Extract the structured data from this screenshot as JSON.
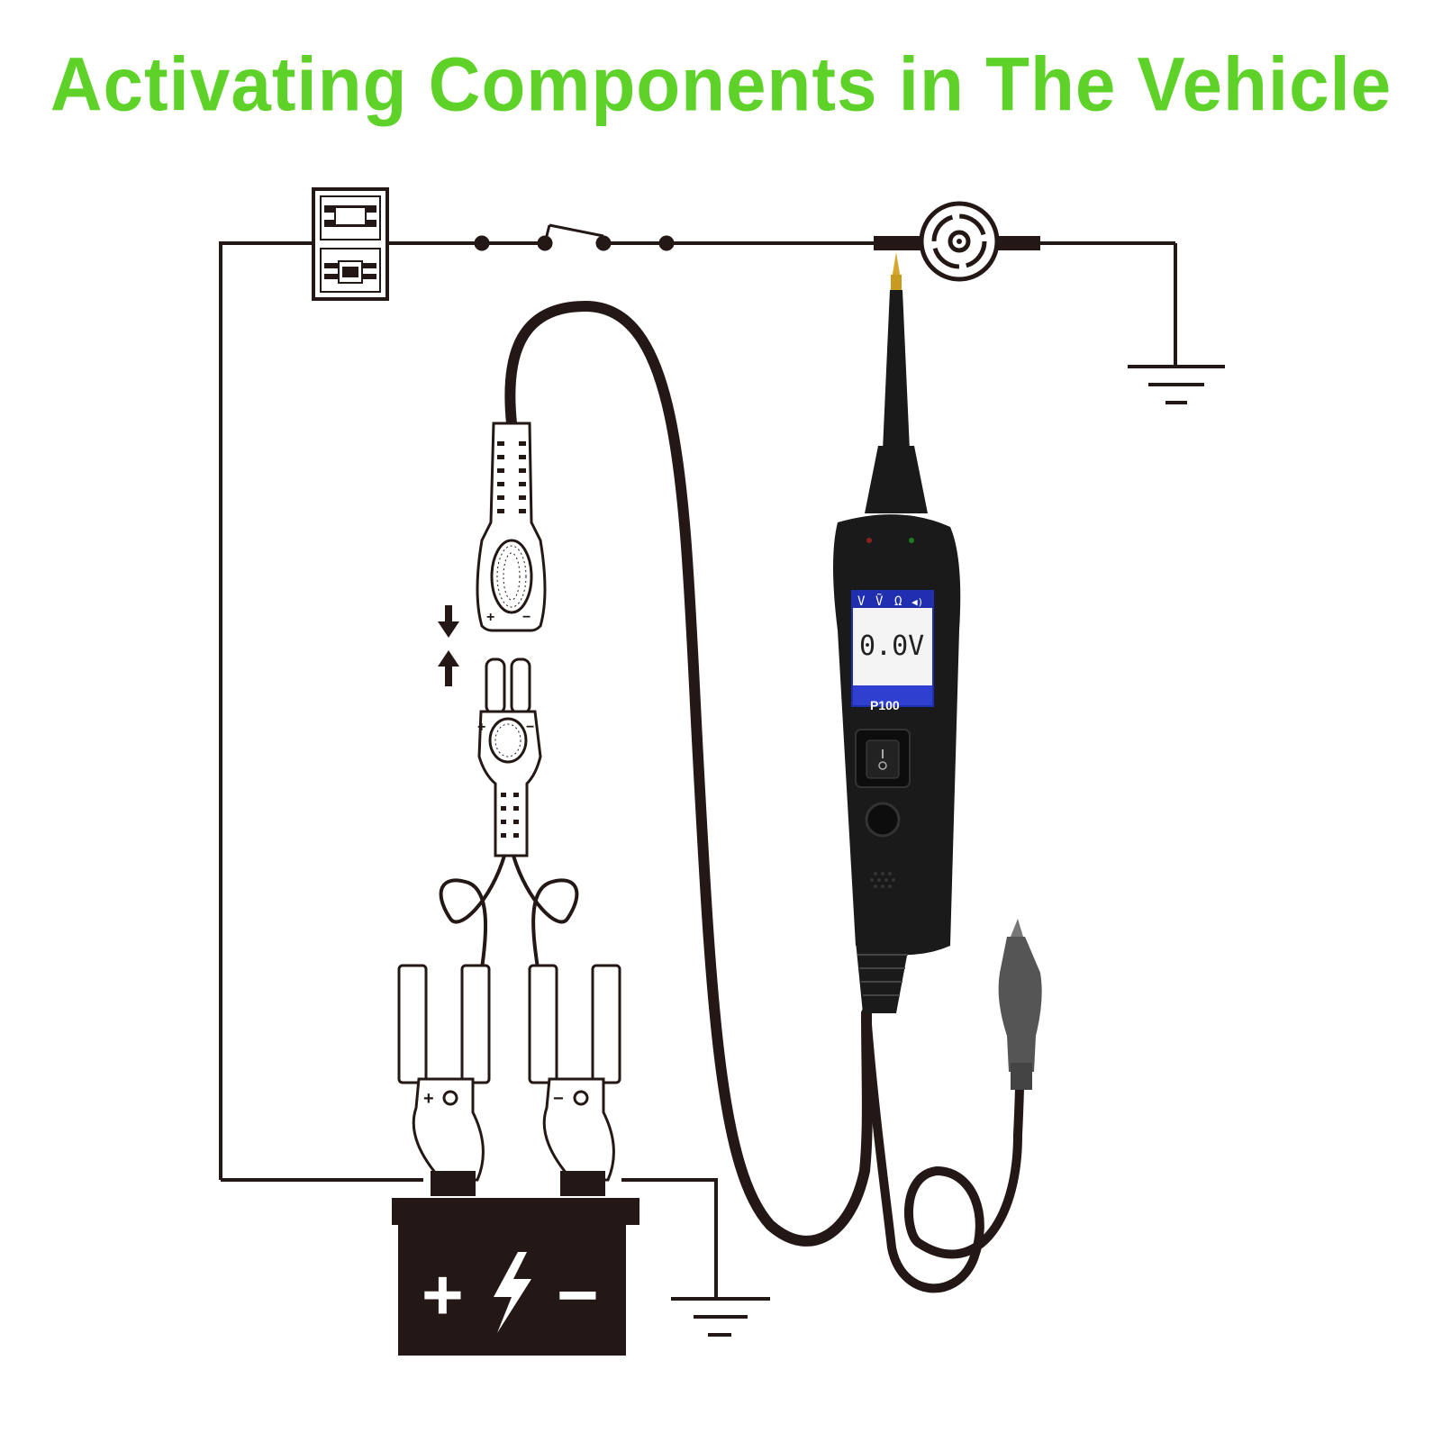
{
  "title": "Activating Components in The Vehicle",
  "device": {
    "model": "P100",
    "reading": "0.0V",
    "modes": [
      "V",
      "Ṽ",
      "Ω",
      "◀)"
    ]
  },
  "connector": {
    "plus": "+",
    "minus": "−"
  },
  "clamps": {
    "positive": "+",
    "negative": "−"
  },
  "battery": {
    "plus": "+",
    "minus": "−"
  },
  "colors": {
    "title": "#5fd22a",
    "wire": "#231815",
    "screen_blue": "#2f3fd0",
    "device_body": "#1a1a1a"
  }
}
